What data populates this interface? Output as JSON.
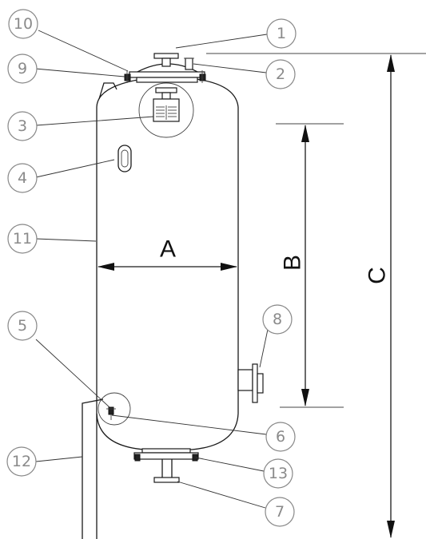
{
  "callouts": {
    "c1": "1",
    "c2": "2",
    "c3": "3",
    "c4": "4",
    "c5": "5",
    "c6": "6",
    "c7": "7",
    "c8": "8",
    "c9": "9",
    "c10": "10",
    "c11": "11",
    "c12": "12",
    "c13": "13"
  },
  "dimensions": {
    "a": "A",
    "b": "B",
    "c": "C"
  }
}
